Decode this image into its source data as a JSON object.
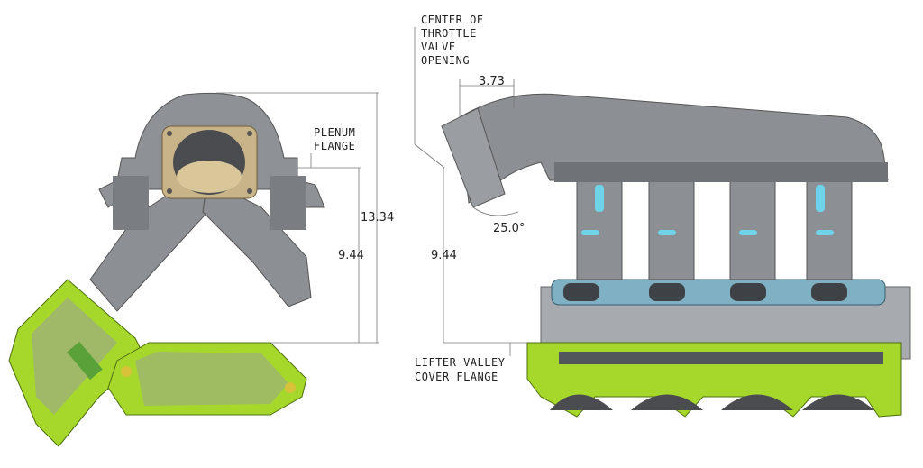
{
  "labels": {
    "plenum_flange_line1": "PLENUM",
    "plenum_flange_line2": "FLANGE",
    "throttle_line1": "CENTER OF",
    "throttle_line2": "THROTTLE",
    "throttle_line3": "VALVE",
    "throttle_line4": "OPENING",
    "lifter_line1": "LIFTER VALLEY",
    "lifter_line2": "COVER FLANGE"
  },
  "dimensions": {
    "overall_height": "13.34",
    "left_plenum_height": "9.44",
    "right_plenum_height": "9.44",
    "throttle_offset": "3.73",
    "throttle_angle": "25.0°"
  },
  "colors": {
    "casting": "#8c8f93",
    "casting_dark": "#5f6266",
    "casting_light": "#b9bcc0",
    "head_green": "#a6d82c",
    "head_green_dark": "#5f8a12",
    "gasket": "#7fb0c4",
    "throttle_gasket": "#c9b48a"
  }
}
